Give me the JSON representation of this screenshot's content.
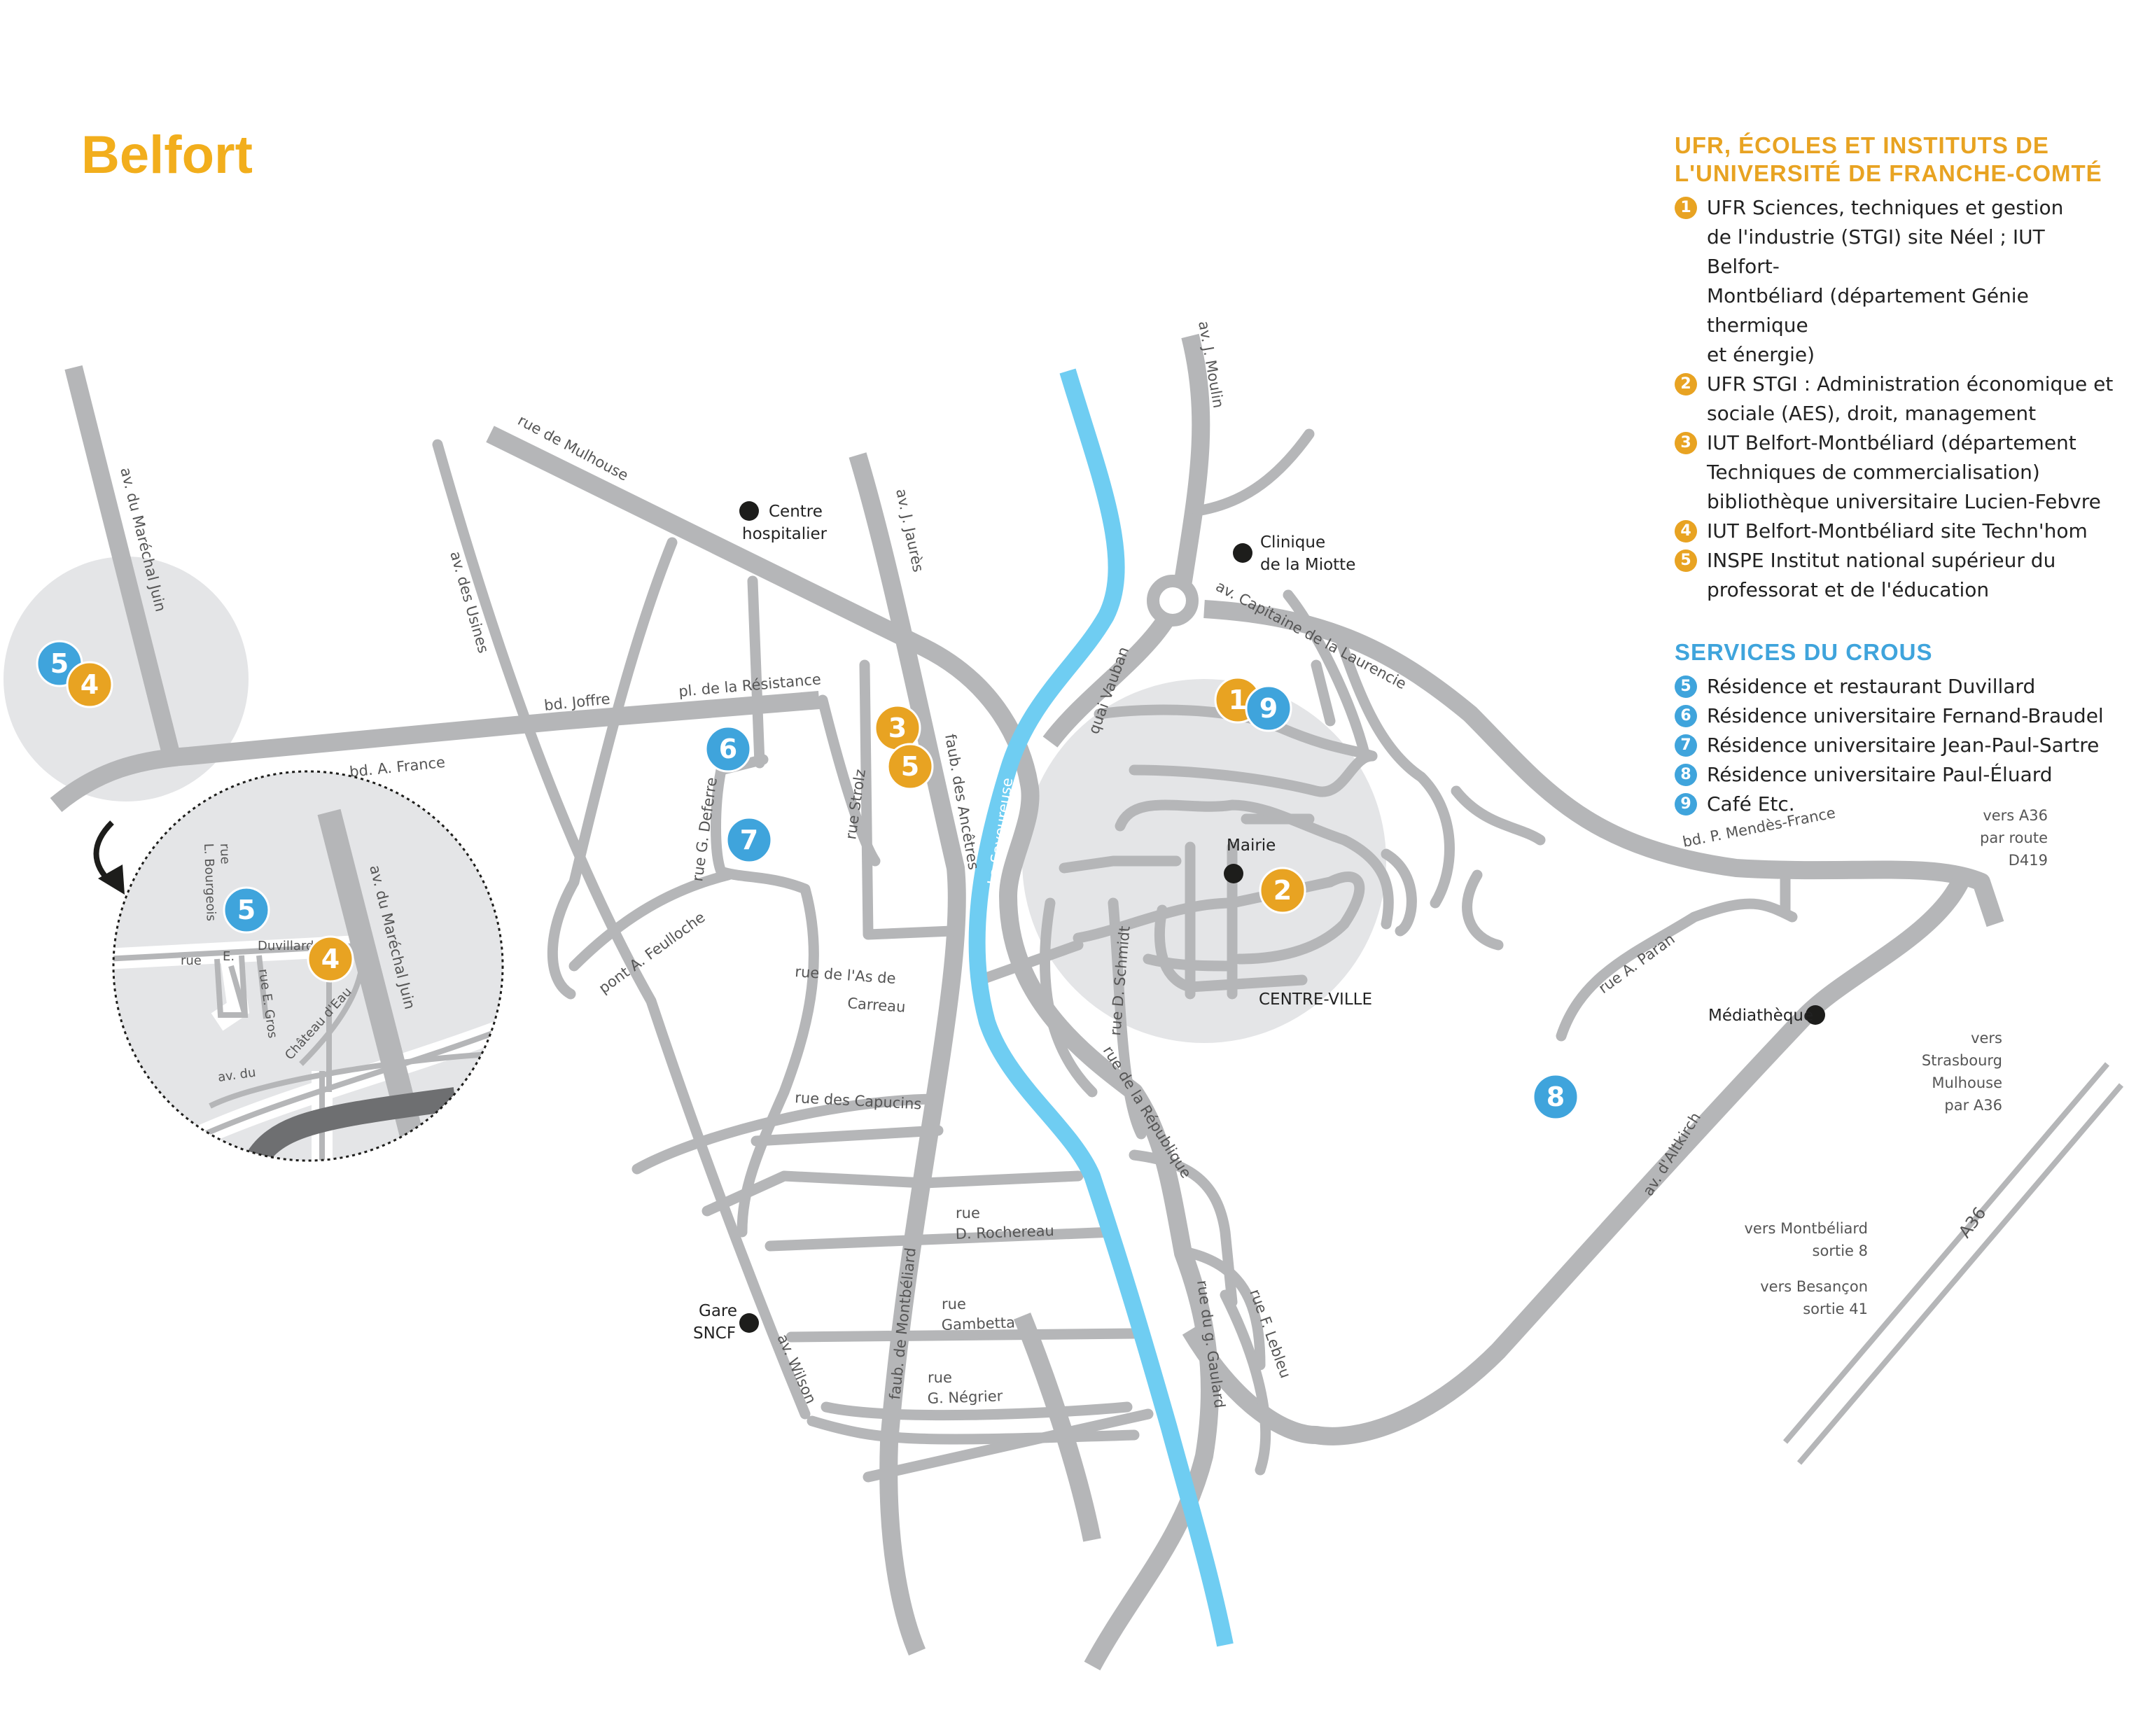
{
  "title": "Belfort",
  "colors": {
    "orange": "#e8a322",
    "blue": "#3fa4dc",
    "river": "#6fcdf2",
    "road": "#b5b6b8",
    "zone": "#e4e5e7",
    "title": "#f2ae1c"
  },
  "legend": {
    "ufr": {
      "heading_line1": "UFR, ÉCOLES ET INSTITUTS DE",
      "heading_line2": "L'UNIVERSITÉ DE FRANCHE-COMTÉ",
      "items": [
        {
          "num": "1",
          "lines": [
            "UFR Sciences, techniques et gestion",
            "de l'industrie (STGI) site Néel ; IUT Belfort-",
            "Montbéliard (département Génie thermique",
            "et énergie)"
          ]
        },
        {
          "num": "2",
          "lines": [
            "UFR STGI : Administration économique et",
            "sociale (AES), droit, management"
          ]
        },
        {
          "num": "3",
          "lines": [
            "IUT Belfort-Montbéliard (département",
            "Techniques de commercialisation)",
            "bibliothèque universitaire Lucien-Febvre"
          ]
        },
        {
          "num": "4",
          "lines": [
            "IUT Belfort-Montbéliard site Techn'hom"
          ]
        },
        {
          "num": "5",
          "lines": [
            "INSPE Institut national supérieur du",
            "professorat et de l'éducation"
          ]
        }
      ]
    },
    "crous": {
      "heading": "SERVICES DU CROUS",
      "items": [
        {
          "num": "5",
          "text": "Résidence et restaurant Duvillard"
        },
        {
          "num": "6",
          "text": "Résidence universitaire Fernand-Braudel"
        },
        {
          "num": "7",
          "text": "Résidence universitaire Jean-Paul-Sartre"
        },
        {
          "num": "8",
          "text": "Résidence universitaire Paul-Éluard"
        },
        {
          "num": "9",
          "text": "Café Etc."
        }
      ]
    }
  },
  "streets": {
    "av_marechal_juin": "av. du Maréchal Juin",
    "rue_mulhouse": "rue de Mulhouse",
    "av_usines": "av. des Usines",
    "av_jaures": "av. J. Jaurès",
    "av_moulin": "av. J. Moulin",
    "bd_joffre": "bd. Joffre",
    "pl_resistance": "pl. de la Résistance",
    "bd_france": "bd. A. France",
    "quai_vauban": "quai Vauban",
    "av_capitaine": "av. Capitaine de la Laurencie",
    "rue_deferre": "rue G. Deferre",
    "rue_strolz": "rue Strolz",
    "faub_ancetres": "faub. des Ancêtres",
    "la_savoureuse": "La Savoureuse",
    "rue_schmidt": "rue D. Schmidt",
    "bd_mendes": "bd. P. Mendès-France",
    "pont_feulloche": "pont A. Feulloche",
    "rue_as_l1": "rue de l'As de",
    "rue_as_l2": "Carreau",
    "rue_capucins": "rue des Capucins",
    "rue_republique": "rue de la République",
    "rue_paran": "rue A. Paran",
    "av_altkirch": "av. d'Altkirch",
    "rue_roch_l1": "rue",
    "rue_roch_l2": "D. Rochereau",
    "rue_gamb_l1": "rue",
    "rue_gamb_l2": "Gambetta",
    "rue_negr_l1": "rue",
    "rue_negr_l2": "G. Négrier",
    "faub_montbeliard": "faub. de Montbéliard",
    "av_wilson": "av. Wilson",
    "rue_gaulard": "rue du g. Gaulard",
    "rue_lebleu": "rue F. Lebleu",
    "a36": "A36"
  },
  "places": {
    "centre_hosp_l1": "Centre",
    "centre_hosp_l2": "hospitalier",
    "clinique_l1": "Clinique",
    "clinique_l2": "de la Miotte",
    "mairie": "Mairie",
    "centre_ville": "CENTRE-VILLE",
    "mediatheque": "Médiathèque",
    "gare_l1": "Gare",
    "gare_l2": "SNCF"
  },
  "directions": {
    "a36_route": [
      "vers A36",
      "par route",
      "D419"
    ],
    "strasbourg": [
      "vers",
      "Strasbourg",
      "Mulhouse",
      "par A36"
    ],
    "montbeliard": [
      "vers Montbéliard",
      "sortie 8"
    ],
    "besancon": [
      "vers Besançon",
      "sortie 41"
    ]
  },
  "inset": {
    "rue_l1": "rue",
    "rue_l2": "L. Bourgeois",
    "e": "E.",
    "duvillard": "Duvillard",
    "rue": "rue",
    "rue_gros": "rue E. Gros",
    "chateau": "Château d'Eau",
    "av_du": "av. du",
    "av_marechal_juin": "av. du Maréchal Juin"
  },
  "markers": [
    {
      "num": "5",
      "kind": "crous"
    },
    {
      "num": "4",
      "kind": "ufr"
    },
    {
      "num": "6",
      "kind": "crous"
    },
    {
      "num": "7",
      "kind": "crous"
    },
    {
      "num": "3",
      "kind": "ufr"
    },
    {
      "num": "5",
      "kind": "ufr"
    },
    {
      "num": "1",
      "kind": "ufr"
    },
    {
      "num": "9",
      "kind": "crous"
    },
    {
      "num": "2",
      "kind": "ufr"
    },
    {
      "num": "8",
      "kind": "crous"
    },
    {
      "num": "5",
      "kind": "crous"
    },
    {
      "num": "4",
      "kind": "ufr"
    }
  ]
}
